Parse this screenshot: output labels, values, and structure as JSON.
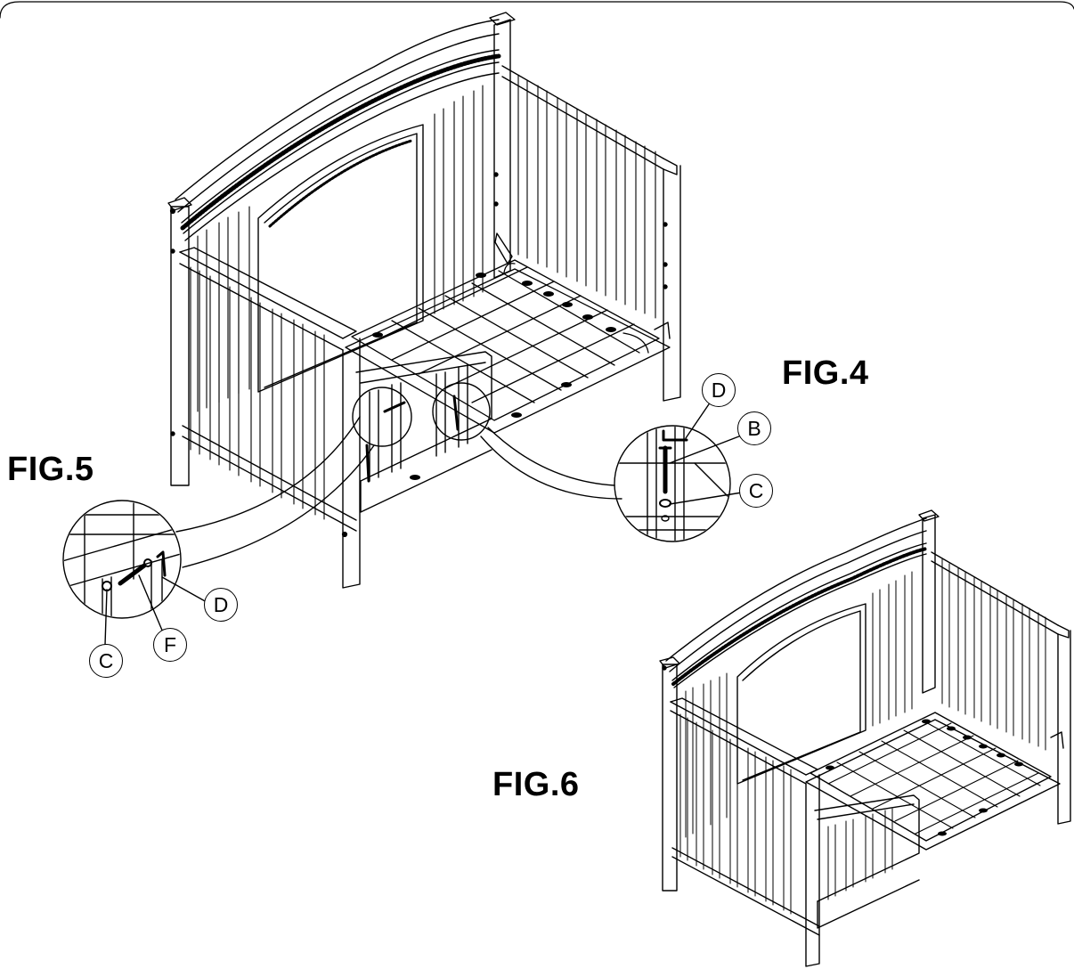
{
  "figures": {
    "fig4": {
      "label": "FIG.4"
    },
    "fig5": {
      "label": "FIG.5"
    },
    "fig6": {
      "label": "FIG.6"
    }
  },
  "callouts": {
    "fig4_d": "D",
    "fig4_b": "B",
    "fig4_c": "C",
    "fig5_d": "D",
    "fig5_f": "F",
    "fig5_c": "C"
  },
  "colors": {
    "line": "#000000",
    "background": "#ffffff"
  }
}
